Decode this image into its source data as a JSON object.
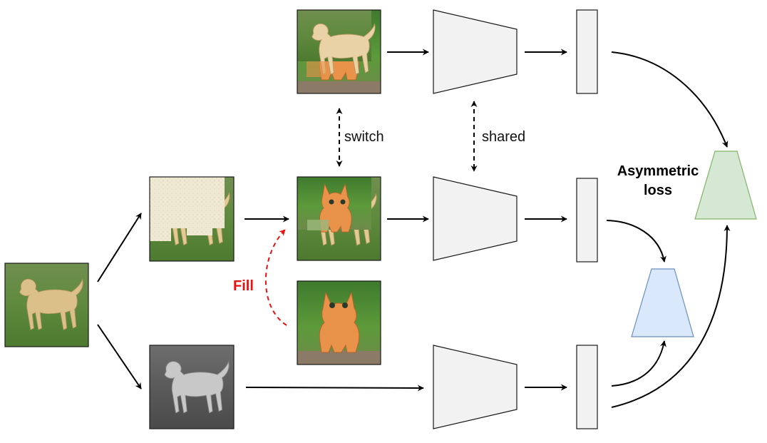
{
  "labels": {
    "switch": "switch",
    "shared": "shared",
    "asymmetric_line1": "Asymmetric",
    "asymmetric_line2": "loss",
    "fill": "Fill"
  },
  "images": {
    "input": "dog photo",
    "masked": "dog photo with cut-out patches",
    "filled": "cat patch filled into dog photo",
    "switched": "dog patch switched into cat photo",
    "cat_source": "cat photo",
    "grayscale": "grayscale dog photo"
  },
  "colors": {
    "encoder_fill": "#f2f2f2",
    "encoder_stroke": "#1a1a1a",
    "predictor_fill": "#dae8fc",
    "predictor_stroke": "#6c8ebf",
    "loss_head_fill": "#d5e8d4",
    "loss_head_stroke": "#82b366",
    "fill_arrow": "#e8110e",
    "arrow": "#000000"
  }
}
